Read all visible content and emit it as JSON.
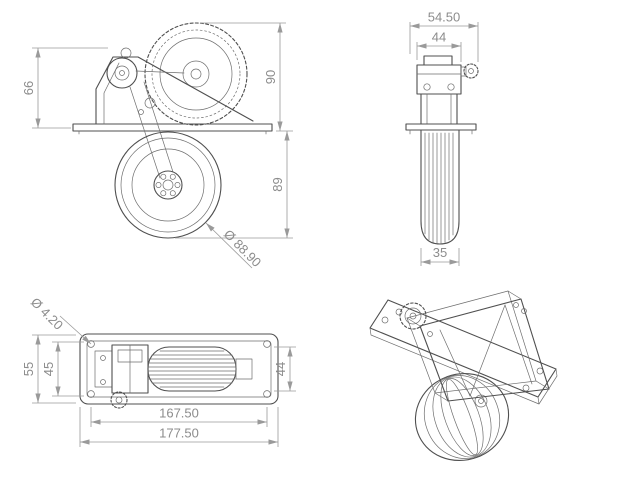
{
  "colors": {
    "background": "#ffffff",
    "part_line": "#4f4f4f",
    "dimension_line": "#9a9a9a",
    "dimension_text": "#8c8c8c"
  },
  "views": {
    "side": {
      "dims": {
        "bracket_height": "66",
        "stowed_height": "90",
        "deployed_height": "89",
        "wheel_diameter": "Ø 88.90"
      }
    },
    "front": {
      "dims": {
        "overall_width": "54.50",
        "housing_width": "44",
        "tire_width": "35"
      }
    },
    "top": {
      "dims": {
        "hole_diameter": "Ø 4.20",
        "plate_width_outer": "55",
        "plate_width_inner": "45",
        "mechanism_width": "44",
        "length_inner": "167.50",
        "length_outer": "177.50"
      }
    }
  }
}
